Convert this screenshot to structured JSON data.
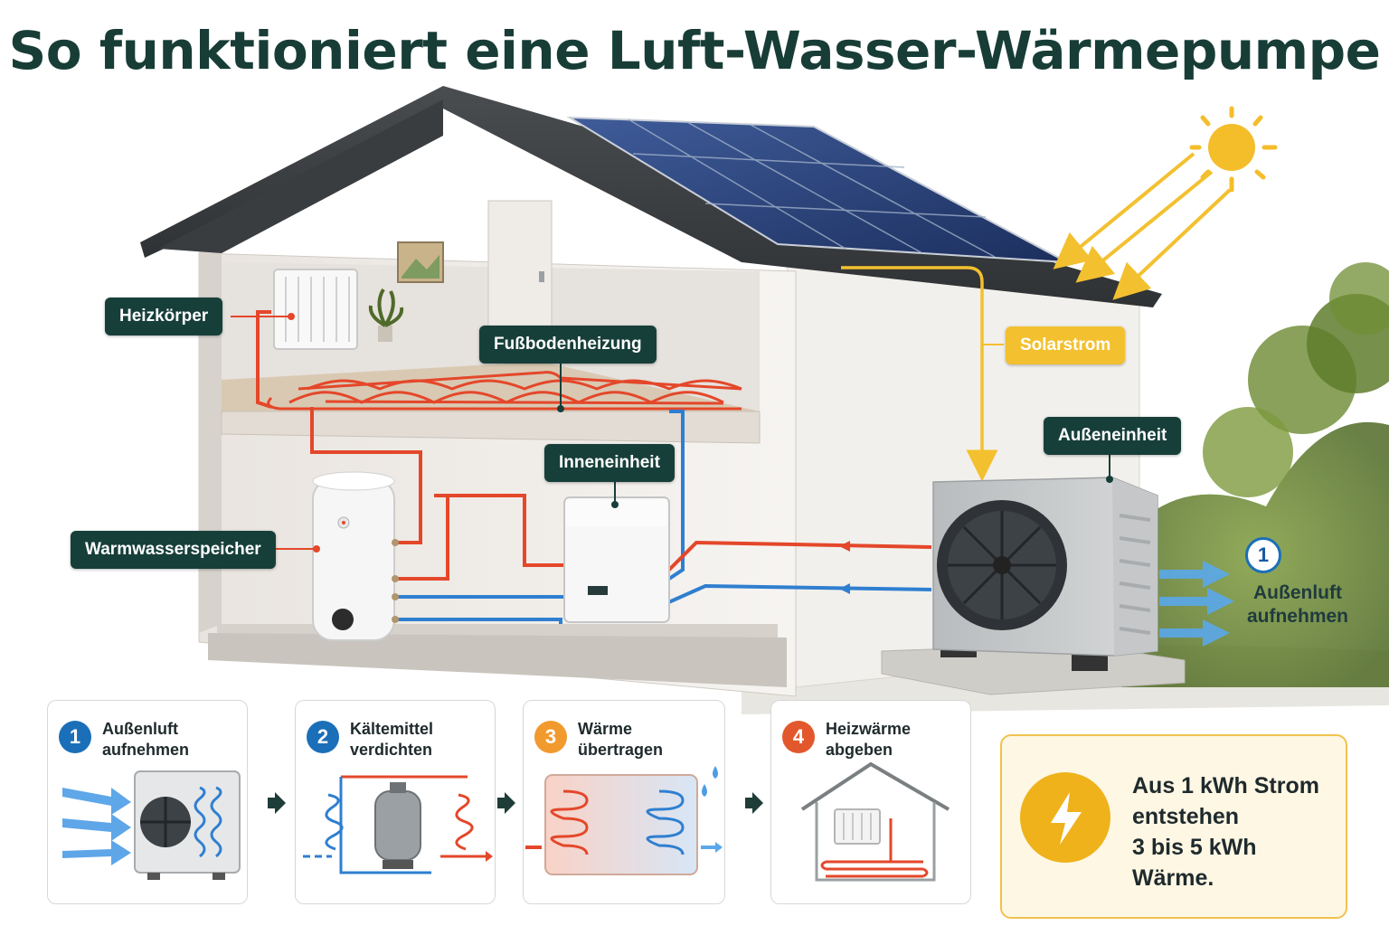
{
  "title": "So funktioniert eine Luft-Wasser-Wärmepumpe",
  "labels": {
    "heizkoerper": "Heizkörper",
    "fussbodenheizung": "Fußbodenheizung",
    "solarstrom": "Solarstrom",
    "inneneinheit": "Inneneinheit",
    "aussenheit": "Außeneinheit",
    "warmwasserspeicher": "Warmwasserspeicher"
  },
  "callout": {
    "number": "1",
    "line1": "Außenluft",
    "line2": "aufnehmen"
  },
  "steps": [
    {
      "number": "1",
      "line1": "Außenluft",
      "line2": "aufnehmen",
      "color": "#1a6fb8"
    },
    {
      "number": "2",
      "line1": "Kältemittel",
      "line2": "verdichten",
      "color": "#1a6fb8"
    },
    {
      "number": "3",
      "line1": "Wärme",
      "line2": "übertragen",
      "color": "#f19a2e"
    },
    {
      "number": "4",
      "line1": "Heizwärme",
      "line2": "abgeben",
      "color": "#e2582c"
    }
  ],
  "info": {
    "line1": "Aus 1 kWh Strom",
    "line2": "entstehen",
    "line3": "3 bis 5 kWh Wärme."
  },
  "colors": {
    "hot": "#e4472a",
    "cold": "#2f7fd0",
    "solar": "#f3c02f",
    "label_bg": "#173f3a"
  }
}
